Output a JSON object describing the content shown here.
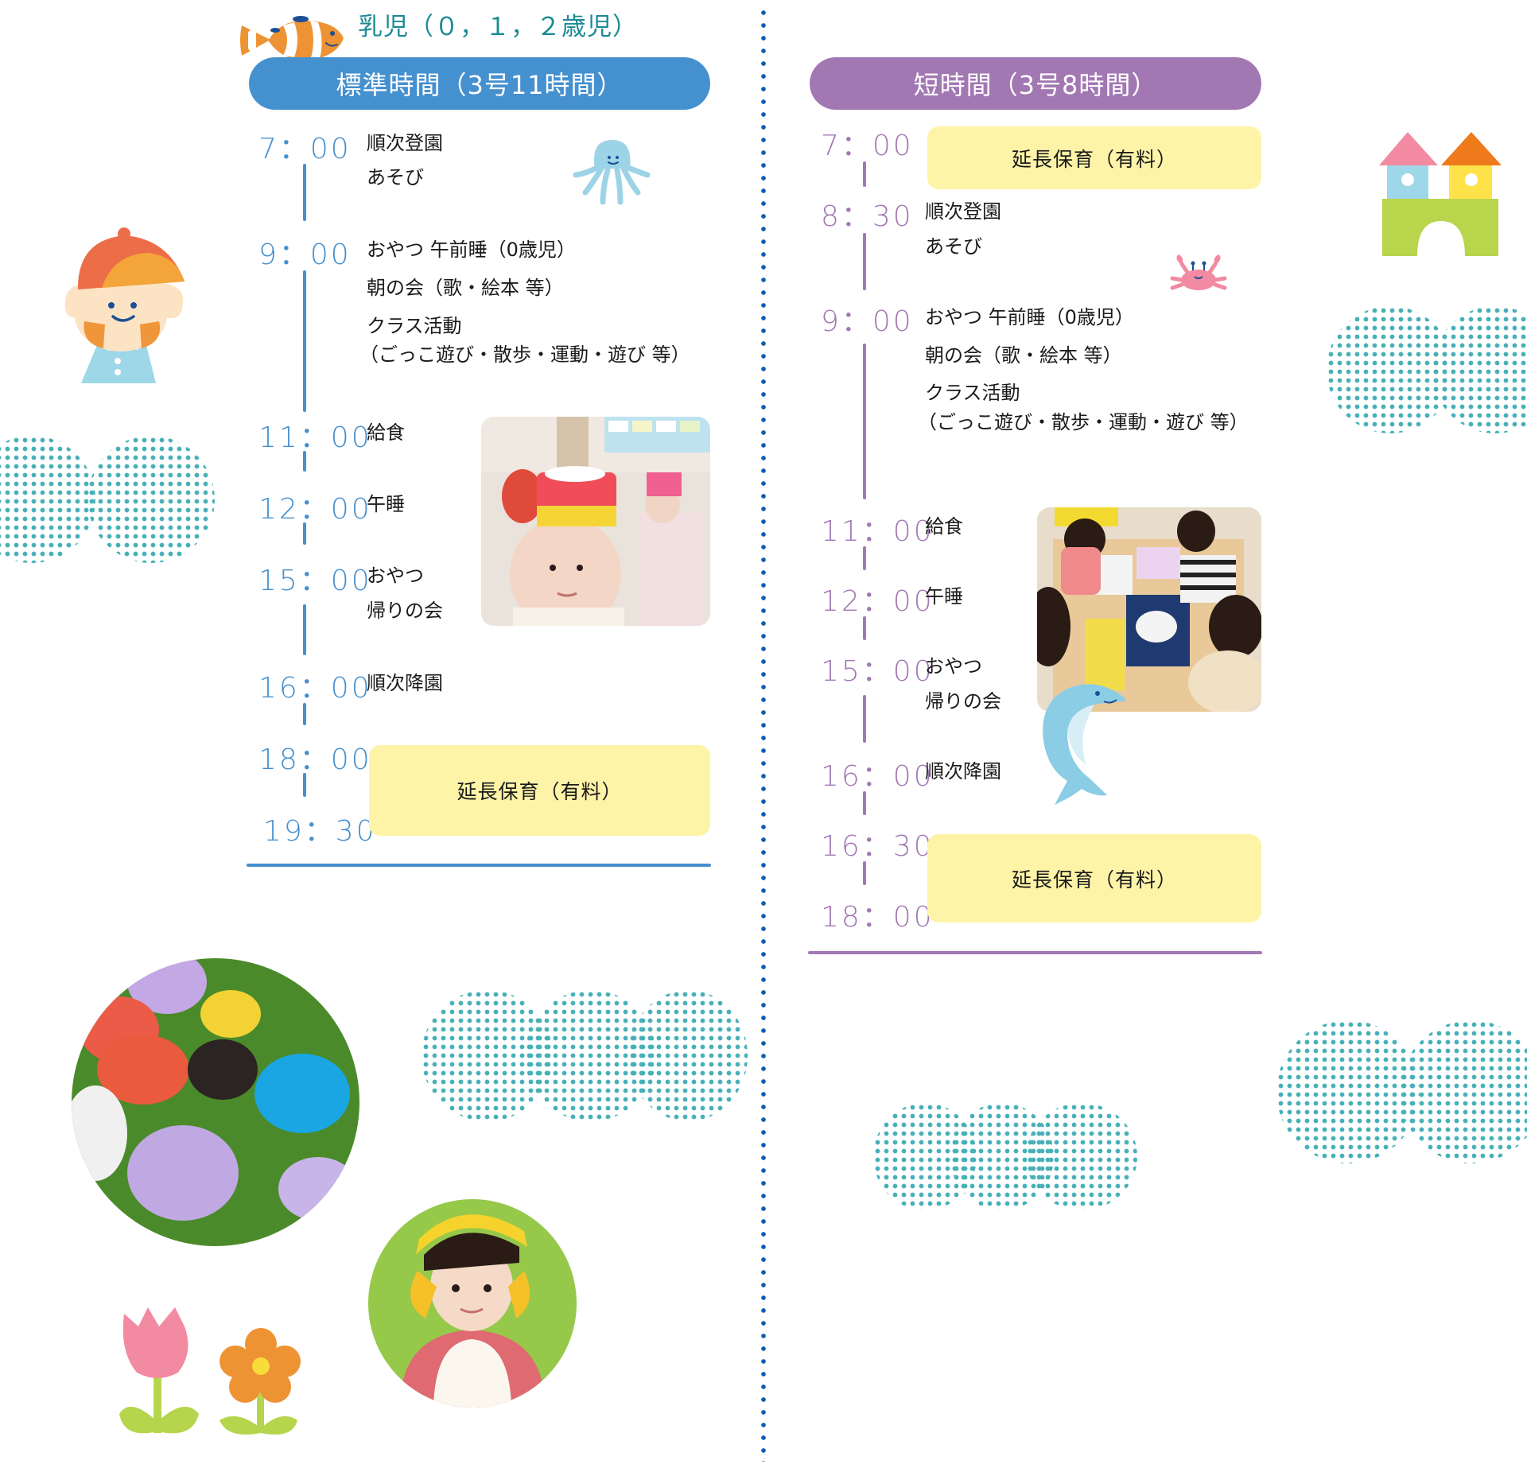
{
  "section_title": "乳児（０，１，２歳児）",
  "standard": {
    "title": "標準時間（3号11時間）",
    "accent": "#4590cf",
    "schedule": [
      {
        "time": "7：00",
        "items": [
          "順次登園",
          "あそび"
        ]
      },
      {
        "time": "9：00",
        "items": [
          "おやつ  午前睡（0歳児）",
          "朝の会（歌・絵本 等）",
          "クラス活動",
          "（ごっこ遊び・散歩・運動・遊び 等）"
        ]
      },
      {
        "time": "11：00",
        "items": [
          "給食"
        ]
      },
      {
        "time": "12：00",
        "items": [
          "午睡"
        ]
      },
      {
        "time": "15：00",
        "items": [
          "おやつ",
          "帰りの会"
        ]
      },
      {
        "time": "16：00",
        "items": [
          "順次降園"
        ]
      },
      {
        "time": "18：00",
        "items": []
      },
      {
        "time": "19：30",
        "items": []
      }
    ],
    "extended_care": "延長保育（有料）",
    "photo_alt": "鬼のお面をかぶった子どもたち"
  },
  "short": {
    "title": "短時間（3号8時間）",
    "accent": "#a278b3",
    "schedule": [
      {
        "time": "7：00",
        "items": []
      },
      {
        "time": "8：30",
        "items": [
          "順次登園",
          "あそび"
        ]
      },
      {
        "time": "9：00",
        "items": [
          "おやつ  午前睡（0歳児）",
          "朝の会（歌・絵本 等）",
          "クラス活動",
          "（ごっこ遊び・散歩・運動・遊び 等）"
        ]
      },
      {
        "time": "11：00",
        "items": [
          "給食"
        ]
      },
      {
        "time": "12：00",
        "items": [
          "午睡"
        ]
      },
      {
        "time": "15：00",
        "items": [
          "おやつ",
          "帰りの会"
        ]
      },
      {
        "time": "16：00",
        "items": [
          "順次降園"
        ]
      },
      {
        "time": "16：30",
        "items": []
      },
      {
        "time": "18：00",
        "items": []
      }
    ],
    "extended_care_morning": "延長保育（有料）",
    "extended_care_evening": "延長保育（有料）",
    "photo_alt": "パズルで遊ぶ子どもたち"
  },
  "colors": {
    "blue": "#4590cf",
    "purple": "#a278b3",
    "teal_text": "#1a8a94",
    "yellow_box": "#fef4a8",
    "dot_pattern": "#46b0b8",
    "divider_dots": "#0e5cad"
  },
  "decorations": [
    "clownfish-icon",
    "jellyfish-icon",
    "crab-icon",
    "dolphin-icon",
    "child-icon",
    "toy-castle-icon",
    "tulip-icon",
    "flower-icon",
    "dot-cloud-pattern"
  ]
}
